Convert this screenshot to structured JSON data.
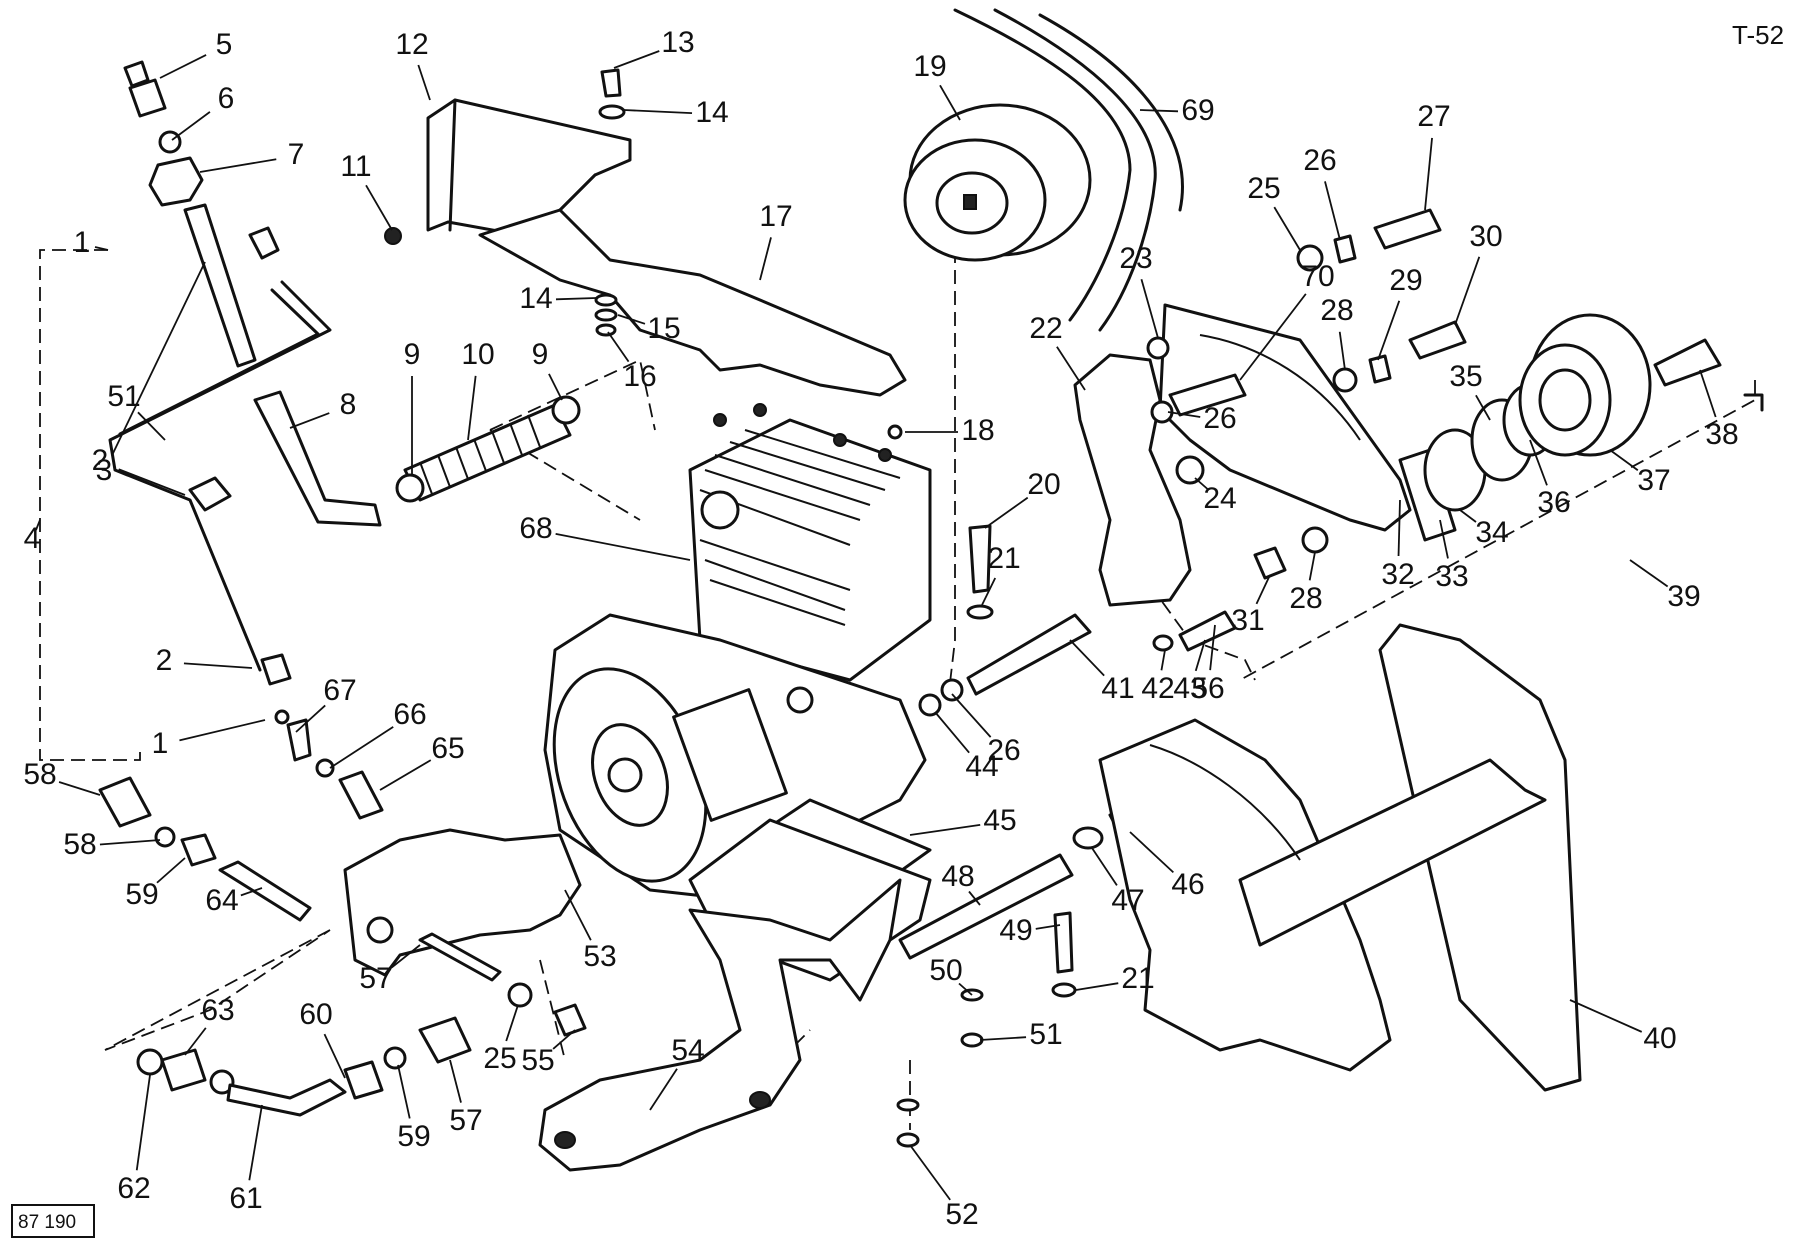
{
  "page_code": "T-52",
  "figure_code": "87 190",
  "callouts": [
    {
      "label": "1"
    },
    {
      "label": "1"
    },
    {
      "label": "2"
    },
    {
      "label": "2"
    },
    {
      "label": "3"
    },
    {
      "label": "4"
    },
    {
      "label": "5"
    },
    {
      "label": "6"
    },
    {
      "label": "7"
    },
    {
      "label": "8"
    },
    {
      "label": "9"
    },
    {
      "label": "9"
    },
    {
      "label": "10"
    },
    {
      "label": "11"
    },
    {
      "label": "12"
    },
    {
      "label": "13"
    },
    {
      "label": "14"
    },
    {
      "label": "14"
    },
    {
      "label": "15"
    },
    {
      "label": "16"
    },
    {
      "label": "17"
    },
    {
      "label": "18"
    },
    {
      "label": "19"
    },
    {
      "label": "20"
    },
    {
      "label": "21"
    },
    {
      "label": "21"
    },
    {
      "label": "22"
    },
    {
      "label": "23"
    },
    {
      "label": "24"
    },
    {
      "label": "25"
    },
    {
      "label": "25"
    },
    {
      "label": "26"
    },
    {
      "label": "26"
    },
    {
      "label": "26"
    },
    {
      "label": "27"
    },
    {
      "label": "28"
    },
    {
      "label": "28"
    },
    {
      "label": "29"
    },
    {
      "label": "30"
    },
    {
      "label": "31"
    },
    {
      "label": "32"
    },
    {
      "label": "33"
    },
    {
      "label": "34"
    },
    {
      "label": "35"
    },
    {
      "label": "36"
    },
    {
      "label": "37"
    },
    {
      "label": "38"
    },
    {
      "label": "39"
    },
    {
      "label": "40"
    },
    {
      "label": "41"
    },
    {
      "label": "42"
    },
    {
      "label": "43"
    },
    {
      "label": "44"
    },
    {
      "label": "45"
    },
    {
      "label": "46"
    },
    {
      "label": "47"
    },
    {
      "label": "48"
    },
    {
      "label": "49"
    },
    {
      "label": "50"
    },
    {
      "label": "51"
    },
    {
      "label": "51"
    },
    {
      "label": "52"
    },
    {
      "label": "53"
    },
    {
      "label": "54"
    },
    {
      "label": "55"
    },
    {
      "label": "56"
    },
    {
      "label": "57"
    },
    {
      "label": "57"
    },
    {
      "label": "58"
    },
    {
      "label": "58"
    },
    {
      "label": "59"
    },
    {
      "label": "59"
    },
    {
      "label": "60"
    },
    {
      "label": "61"
    },
    {
      "label": "62"
    },
    {
      "label": "63"
    },
    {
      "label": "64"
    },
    {
      "label": "65"
    },
    {
      "label": "66"
    },
    {
      "label": "67"
    },
    {
      "label": "68"
    },
    {
      "label": "69"
    },
    {
      "label": "70"
    }
  ]
}
